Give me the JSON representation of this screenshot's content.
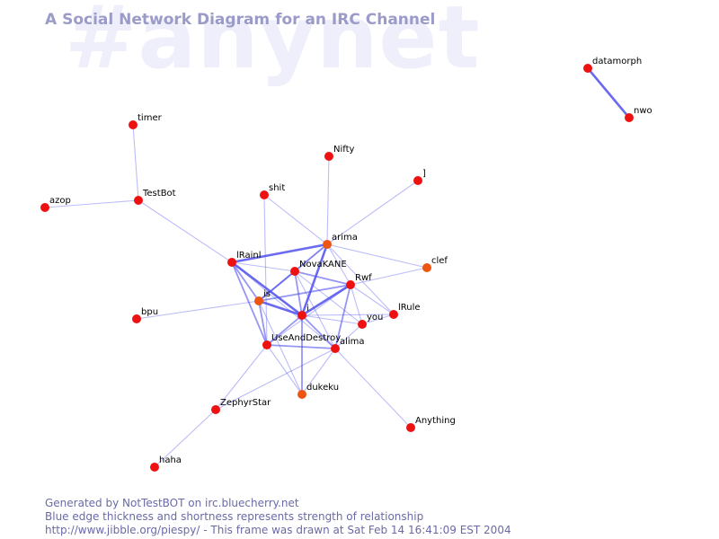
{
  "watermark": "#anynet",
  "title": "A Social Network Diagram for an IRC Channel",
  "footer": {
    "line1": "Generated by NotTestBOT on irc.bluecherry.net",
    "line2": "Blue edge thickness and shortness represents strength of relationship",
    "line3": "http://www.jibble.org/piespy/ - This frame was drawn at Sat Feb 14 16:41:09 EST 2004"
  },
  "colors": {
    "background": "#ffffff",
    "edge": "#5050ee",
    "node_red": "#ee1111",
    "node_orange": "#ee5511",
    "title": "#9b9bc9",
    "footer": "#6a6aa8",
    "watermark": "#efeffb"
  },
  "nodes": [
    {
      "id": "datamorph",
      "label": "datamorph",
      "color": "red"
    },
    {
      "id": "nwo",
      "label": "nwo",
      "color": "red"
    },
    {
      "id": "timer",
      "label": "timer",
      "color": "red"
    },
    {
      "id": "testbot",
      "label": "TestBot",
      "color": "red"
    },
    {
      "id": "azop",
      "label": "azop",
      "color": "red"
    },
    {
      "id": "nifty",
      "label": "Nifty",
      "color": "red"
    },
    {
      "id": "bracket",
      "label": "]",
      "color": "red"
    },
    {
      "id": "shit",
      "label": "shit",
      "color": "red"
    },
    {
      "id": "arima",
      "label": "arima",
      "color": "orange"
    },
    {
      "id": "irainl",
      "label": "lRainl",
      "color": "red"
    },
    {
      "id": "novakane",
      "label": "NovaKANE",
      "color": "red"
    },
    {
      "id": "rwf",
      "label": "Rwf",
      "color": "red"
    },
    {
      "id": "clef",
      "label": "clef",
      "color": "orange"
    },
    {
      "id": "is",
      "label": "is",
      "color": "orange"
    },
    {
      "id": "i",
      "label": "i",
      "color": "red"
    },
    {
      "id": "you",
      "label": "you",
      "color": "red"
    },
    {
      "id": "irule",
      "label": "lRule",
      "color": "red"
    },
    {
      "id": "bpu",
      "label": "bpu",
      "color": "red"
    },
    {
      "id": "useanddestroy",
      "label": "UseAndDestroy",
      "color": "red"
    },
    {
      "id": "alima",
      "label": "alima",
      "color": "red"
    },
    {
      "id": "dukeku",
      "label": "dukeku",
      "color": "orange"
    },
    {
      "id": "zephyrstar",
      "label": "ZephyrStar",
      "color": "red"
    },
    {
      "id": "anything",
      "label": "Anything",
      "color": "red"
    },
    {
      "id": "haha",
      "label": "haha",
      "color": "red"
    }
  ],
  "edges": [
    {
      "source": "datamorph",
      "target": "nwo",
      "weight": 3
    },
    {
      "source": "timer",
      "target": "testbot",
      "weight": 1
    },
    {
      "source": "azop",
      "target": "testbot",
      "weight": 1
    },
    {
      "source": "testbot",
      "target": "irainl",
      "weight": 1
    },
    {
      "source": "nifty",
      "target": "arima",
      "weight": 1
    },
    {
      "source": "bracket",
      "target": "arima",
      "weight": 1
    },
    {
      "source": "shit",
      "target": "arima",
      "weight": 1
    },
    {
      "source": "shit",
      "target": "useanddestroy",
      "weight": 1
    },
    {
      "source": "arima",
      "target": "clef",
      "weight": 1
    },
    {
      "source": "arima",
      "target": "irainl",
      "weight": 3
    },
    {
      "source": "arima",
      "target": "novakane",
      "weight": 1
    },
    {
      "source": "arima",
      "target": "rwf",
      "weight": 1
    },
    {
      "source": "arima",
      "target": "i",
      "weight": 3
    },
    {
      "source": "arima",
      "target": "is",
      "weight": 2
    },
    {
      "source": "arima",
      "target": "irule",
      "weight": 1
    },
    {
      "source": "irainl",
      "target": "is",
      "weight": 2
    },
    {
      "source": "irainl",
      "target": "i",
      "weight": 3
    },
    {
      "source": "irainl",
      "target": "useanddestroy",
      "weight": 2
    },
    {
      "source": "irainl",
      "target": "novakane",
      "weight": 1
    },
    {
      "source": "irainl",
      "target": "alima",
      "weight": 1
    },
    {
      "source": "novakane",
      "target": "is",
      "weight": 2
    },
    {
      "source": "novakane",
      "target": "rwf",
      "weight": 2
    },
    {
      "source": "novakane",
      "target": "i",
      "weight": 2
    },
    {
      "source": "novakane",
      "target": "you",
      "weight": 1
    },
    {
      "source": "novakane",
      "target": "alima",
      "weight": 1
    },
    {
      "source": "rwf",
      "target": "i",
      "weight": 3
    },
    {
      "source": "rwf",
      "target": "is",
      "weight": 2
    },
    {
      "source": "rwf",
      "target": "you",
      "weight": 1
    },
    {
      "source": "rwf",
      "target": "irule",
      "weight": 1
    },
    {
      "source": "rwf",
      "target": "alima",
      "weight": 2
    },
    {
      "source": "rwf",
      "target": "useanddestroy",
      "weight": 1
    },
    {
      "source": "rwf",
      "target": "clef",
      "weight": 1
    },
    {
      "source": "is",
      "target": "i",
      "weight": 3
    },
    {
      "source": "is",
      "target": "useanddestroy",
      "weight": 2
    },
    {
      "source": "is",
      "target": "bpu",
      "weight": 1
    },
    {
      "source": "is",
      "target": "dukeku",
      "weight": 1
    },
    {
      "source": "i",
      "target": "you",
      "weight": 1
    },
    {
      "source": "i",
      "target": "useanddestroy",
      "weight": 2
    },
    {
      "source": "i",
      "target": "alima",
      "weight": 2
    },
    {
      "source": "i",
      "target": "dukeku",
      "weight": 2
    },
    {
      "source": "i",
      "target": "irule",
      "weight": 1
    },
    {
      "source": "useanddestroy",
      "target": "alima",
      "weight": 2
    },
    {
      "source": "useanddestroy",
      "target": "zephyrstar",
      "weight": 1
    },
    {
      "source": "useanddestroy",
      "target": "dukeku",
      "weight": 1
    },
    {
      "source": "alima",
      "target": "dukeku",
      "weight": 1
    },
    {
      "source": "alima",
      "target": "anything",
      "weight": 1
    },
    {
      "source": "alima",
      "target": "you",
      "weight": 1
    },
    {
      "source": "alima",
      "target": "zephyrstar",
      "weight": 1
    },
    {
      "source": "you",
      "target": "irule",
      "weight": 1
    },
    {
      "source": "zephyrstar",
      "target": "haha",
      "weight": 1
    }
  ]
}
